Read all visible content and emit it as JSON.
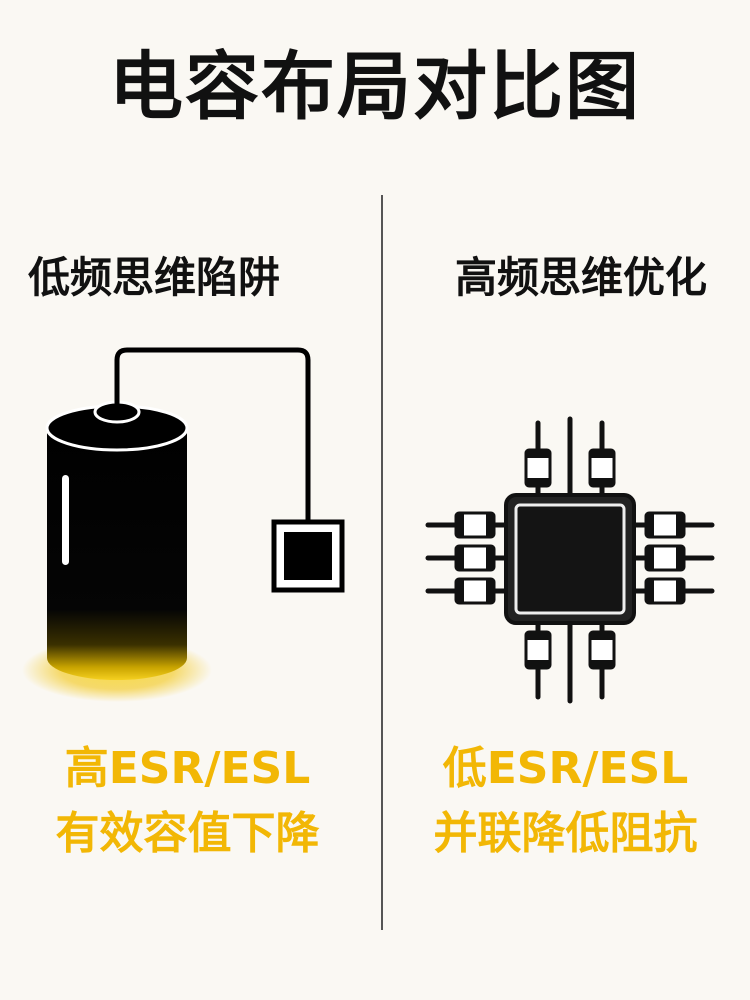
{
  "title": "电容布局对比图",
  "left": {
    "heading": "低频思维陷阱",
    "caption_line1": "高ESR/ESL",
    "caption_line2": "有效容值下降"
  },
  "right": {
    "heading": "高频思维优化",
    "caption_line1": "低ESR/ESL",
    "caption_line2": "并联降低阻抗"
  },
  "colors": {
    "accent": "#f2b705",
    "glow": "#f5d020",
    "ink": "#111111",
    "background": "#faf8f3"
  },
  "icons": {
    "left": "electrolytic-capacitor-icon",
    "right": "ic-chip-with-decoupling-capacitors-icon"
  }
}
